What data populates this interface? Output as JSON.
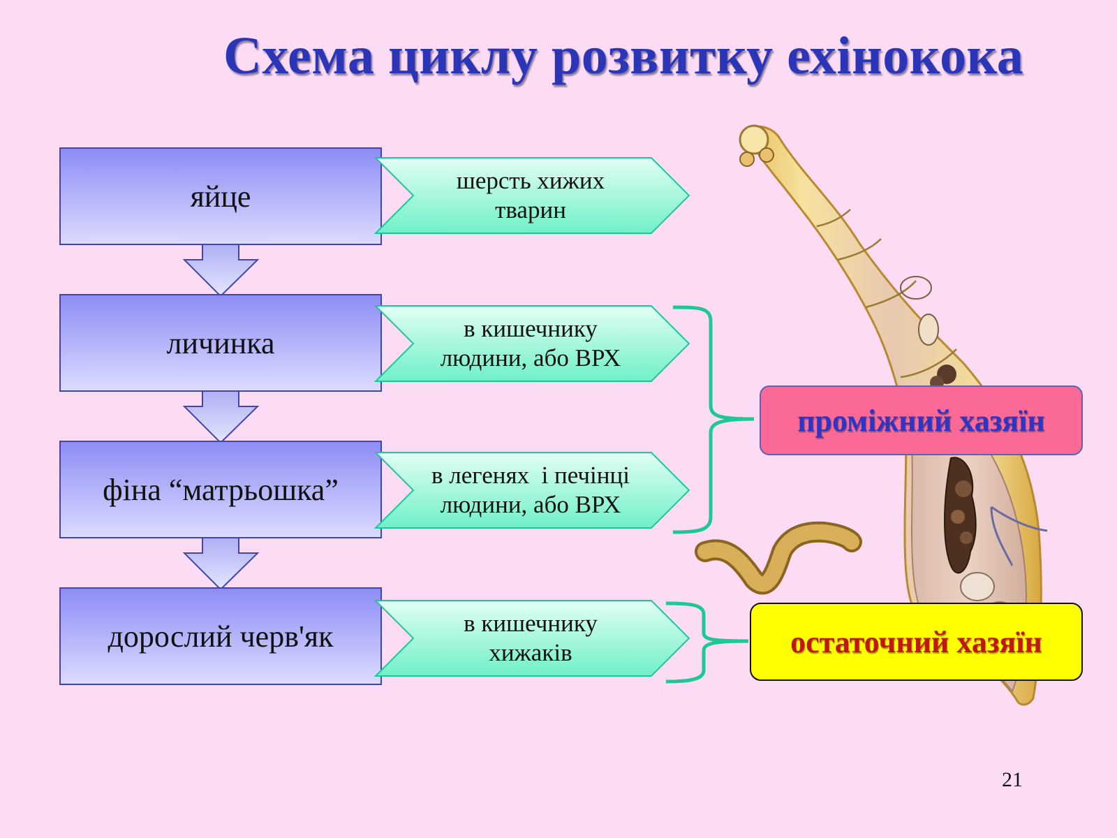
{
  "title": "Схема циклу розвитку ехінокока",
  "stages": [
    {
      "label": "яйце",
      "location": [
        "шерсть хижих",
        "тварин"
      ]
    },
    {
      "label": "личинка",
      "location": [
        "в кишечнику",
        "людини, або ВРХ"
      ]
    },
    {
      "label": "фіна “матрьошка”",
      "location": [
        "в легенях  і печінці",
        "людини, або ВРХ"
      ]
    },
    {
      "label": "дорослий черв'як",
      "location": [
        "в кишечнику",
        "хижаків"
      ]
    }
  ],
  "hosts": {
    "intermediate": "проміжний хазяїн",
    "final": "остаточний хазяїн"
  },
  "page_number": "21",
  "colors": {
    "background": "#fcdcf4",
    "title": "#2b35b8",
    "stage_box": "#a9a9ff",
    "location_arrow": "#a0f5d8",
    "bracket": "#1ec894",
    "intermediate_host": "#fb6a96",
    "final_host": "#ffff00"
  }
}
